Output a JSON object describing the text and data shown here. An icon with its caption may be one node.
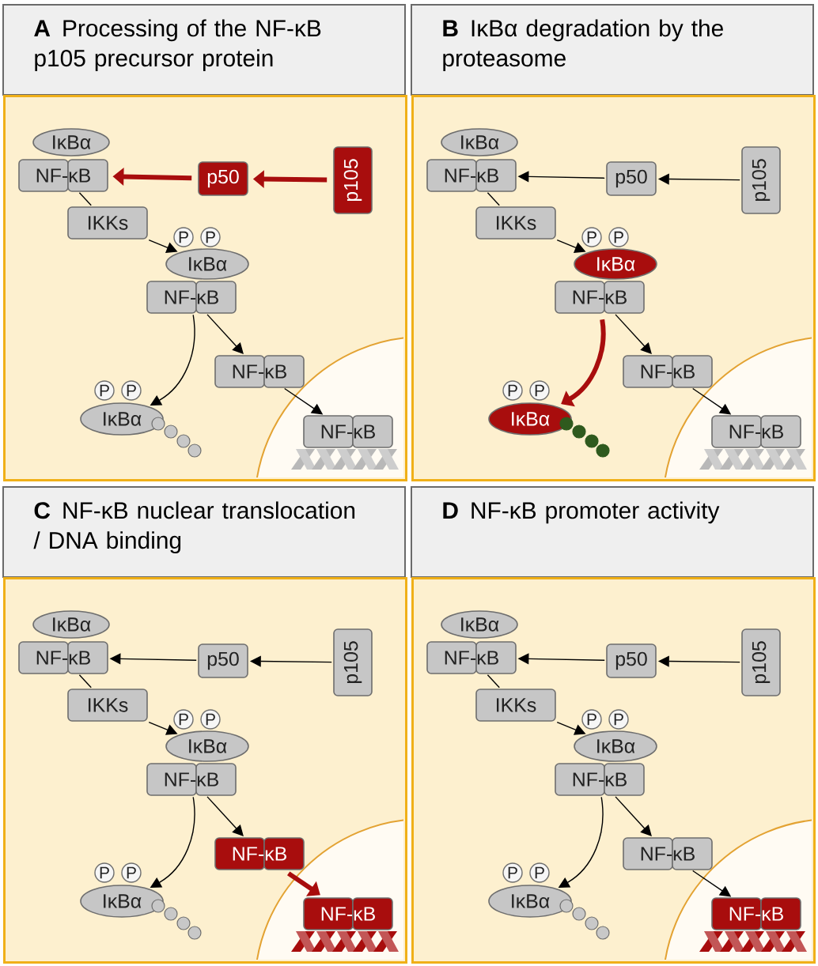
{
  "diagram": {
    "nodes": [
      {
        "text": [
          "A",
          "Processing of the NF-κB p105 precursor protein"
        ]
      },
      {
        "text": [],
        "shape": "box"
      },
      {
        "text": [
          "IκBα"
        ],
        "in": 1
      },
      {
        "text": [
          "NF-κB"
        ],
        "in": 1
      },
      {
        "text": [
          "p50"
        ],
        "in": 1
      },
      {
        "text": [
          "p105"
        ],
        "in": 1
      },
      {
        "text": [
          "IKKs"
        ],
        "in": 1
      },
      {
        "text": [
          "P"
        ],
        "in": 1
      },
      {
        "text": [
          "P"
        ],
        "in": 1
      },
      {
        "text": [
          "IκBα"
        ],
        "in": 1
      },
      {
        "text": [
          "NF-κB"
        ],
        "in": 1
      },
      {
        "text": [
          "NF-κB"
        ],
        "in": 1
      },
      {
        "text": [
          "NF-κB"
        ],
        "in": 1
      },
      {
        "text": [
          "P"
        ],
        "in": 1
      },
      {
        "text": [
          "P"
        ],
        "in": 1
      },
      {
        "text": [
          "IκBα"
        ],
        "in": 1
      },
      {
        "text": [
          "B",
          "IκBα degradation by the proteasome"
        ]
      },
      {
        "text": [],
        "shape": "box"
      },
      {
        "text": [
          "IκBα"
        ],
        "in": 17
      },
      {
        "text": [
          "NF-κB"
        ],
        "in": 17
      },
      {
        "text": [
          "p50"
        ],
        "in": 17
      },
      {
        "text": [
          "p105"
        ],
        "in": 17
      },
      {
        "text": [
          "IKKs"
        ],
        "in": 17
      },
      {
        "text": [
          "P"
        ],
        "in": 17
      },
      {
        "text": [
          "P"
        ],
        "in": 17
      },
      {
        "text": [
          "IκBα"
        ],
        "in": 17
      },
      {
        "text": [
          "NF-κB"
        ],
        "in": 17
      },
      {
        "text": [
          "NF-κB"
        ],
        "in": 17
      },
      {
        "text": [
          "NF-κB"
        ],
        "in": 17
      },
      {
        "text": [
          "P"
        ],
        "in": 17
      },
      {
        "text": [
          "P"
        ],
        "in": 17
      },
      {
        "text": [
          "IκBα"
        ],
        "in": 17
      },
      {
        "text": [
          "C",
          "NF-κB nuclear translocation / DNA binding"
        ]
      },
      {
        "text": [],
        "shape": "box"
      },
      {
        "text": [
          "IκBα"
        ],
        "in": 33
      },
      {
        "text": [
          "NF-κB"
        ],
        "in": 33
      },
      {
        "text": [
          "p50"
        ],
        "in": 33
      },
      {
        "text": [
          "p105"
        ],
        "in": 33
      },
      {
        "text": [
          "IKKs"
        ],
        "in": 33
      },
      {
        "text": [
          "P"
        ],
        "in": 33
      },
      {
        "text": [
          "P"
        ],
        "in": 33
      },
      {
        "text": [
          "IκBα"
        ],
        "in": 33
      },
      {
        "text": [
          "NF-κB"
        ],
        "in": 33
      },
      {
        "text": [
          "NF-κB"
        ],
        "in": 33
      },
      {
        "text": [
          "NF-κB"
        ],
        "in": 33
      },
      {
        "text": [
          "P"
        ],
        "in": 33
      },
      {
        "text": [
          "P"
        ],
        "in": 33
      },
      {
        "text": [
          "IκBα"
        ],
        "in": 33
      },
      {
        "text": [
          "D",
          "NF-κB promoter activity"
        ]
      },
      {
        "text": [],
        "shape": "box"
      },
      {
        "text": [
          "IκBα"
        ],
        "in": 49
      },
      {
        "text": [
          "NF-κB"
        ],
        "in": 49
      },
      {
        "text": [
          "p50"
        ],
        "in": 49
      },
      {
        "text": [
          "p105"
        ],
        "in": 49
      },
      {
        "text": [
          "IKKs"
        ],
        "in": 49
      },
      {
        "text": [
          "P"
        ],
        "in": 49
      },
      {
        "text": [
          "P"
        ],
        "in": 49
      },
      {
        "text": [
          "IκBα"
        ],
        "in": 49
      },
      {
        "text": [
          "NF-κB"
        ],
        "in": 49
      },
      {
        "text": [
          "NF-κB"
        ],
        "in": 49
      },
      {
        "text": [
          "NF-κB"
        ],
        "in": 49
      },
      {
        "text": [
          "P"
        ],
        "in": 49
      },
      {
        "text": [
          "P"
        ],
        "in": 49
      },
      {
        "text": [
          "IκBα"
        ],
        "in": 49
      }
    ],
    "edges": [
      {
        "from": 5,
        "to": 4,
        "arrow": "to",
        "style": "thick",
        "color": "#a80d0d"
      },
      {
        "from": 4,
        "to": 3,
        "arrow": "to",
        "style": "thick",
        "color": "#a80d0d"
      },
      {
        "from": 3,
        "to": 6,
        "arrow": "none"
      },
      {
        "from": 6,
        "to": 9,
        "arrow": "to"
      },
      {
        "from": 10,
        "to": 11,
        "arrow": "to"
      },
      {
        "from": 10,
        "to": 15,
        "arrow": "to"
      },
      {
        "from": 11,
        "to": 12,
        "arrow": "to"
      },
      {
        "from": 21,
        "to": 20,
        "arrow": "to"
      },
      {
        "from": 20,
        "to": 19,
        "arrow": "to"
      },
      {
        "from": 19,
        "to": 22,
        "arrow": "none"
      },
      {
        "from": 22,
        "to": 25,
        "arrow": "to"
      },
      {
        "from": 26,
        "to": 27,
        "arrow": "to"
      },
      {
        "from": 26,
        "to": 31,
        "arrow": "to",
        "style": "thick",
        "color": "#a80d0d"
      },
      {
        "from": 27,
        "to": 28,
        "arrow": "to"
      },
      {
        "from": 37,
        "to": 36,
        "arrow": "to"
      },
      {
        "from": 36,
        "to": 35,
        "arrow": "to"
      },
      {
        "from": 35,
        "to": 38,
        "arrow": "none"
      },
      {
        "from": 38,
        "to": 41,
        "arrow": "to"
      },
      {
        "from": 42,
        "to": 43,
        "arrow": "to"
      },
      {
        "from": 42,
        "to": 47,
        "arrow": "to"
      },
      {
        "from": 43,
        "to": 44,
        "arrow": "to",
        "style": "thick",
        "color": "#a80d0d"
      },
      {
        "from": 53,
        "to": 52,
        "arrow": "to"
      },
      {
        "from": 52,
        "to": 51,
        "arrow": "to"
      },
      {
        "from": 51,
        "to": 54,
        "arrow": "none"
      },
      {
        "from": 54,
        "to": 57,
        "arrow": "to"
      },
      {
        "from": 58,
        "to": 59,
        "arrow": "to"
      },
      {
        "from": 58,
        "to": 63,
        "arrow": "to"
      },
      {
        "from": 59,
        "to": 60,
        "arrow": "to"
      }
    ]
  }
}
